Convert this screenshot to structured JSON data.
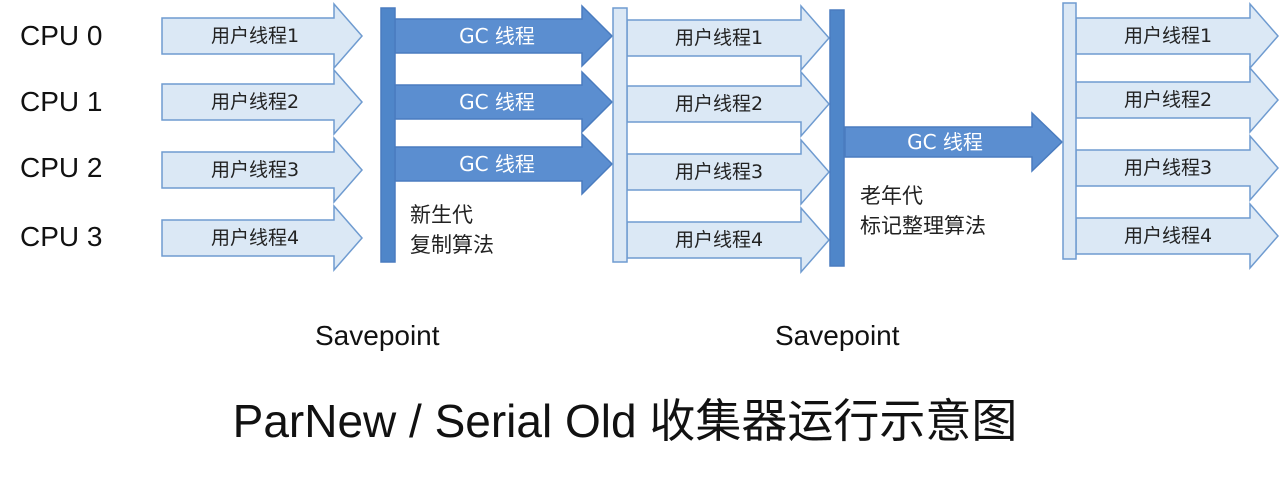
{
  "cpus": [
    "CPU 0",
    "CPU 1",
    "CPU 2",
    "CPU 3"
  ],
  "user_threads": [
    "用户线程1",
    "用户线程2",
    "用户线程3",
    "用户线程4"
  ],
  "gc_thread_label": "GC 线程",
  "young_gen_note": [
    "新生代",
    "复制算法"
  ],
  "old_gen_note": [
    "老年代",
    "标记整理算法"
  ],
  "savepoint_label": "Savepoint",
  "title": "ParNew / Serial Old 收集器运行示意图",
  "colors": {
    "light_arrow_fill": "#dbe8f5",
    "light_arrow_stroke": "#6f9bd0",
    "gc_arrow_fill": "#5b8ed0",
    "gc_arrow_stroke": "#4a7cbf",
    "gc_text": "#ffffff",
    "dark_bar": "#4f86c9"
  }
}
